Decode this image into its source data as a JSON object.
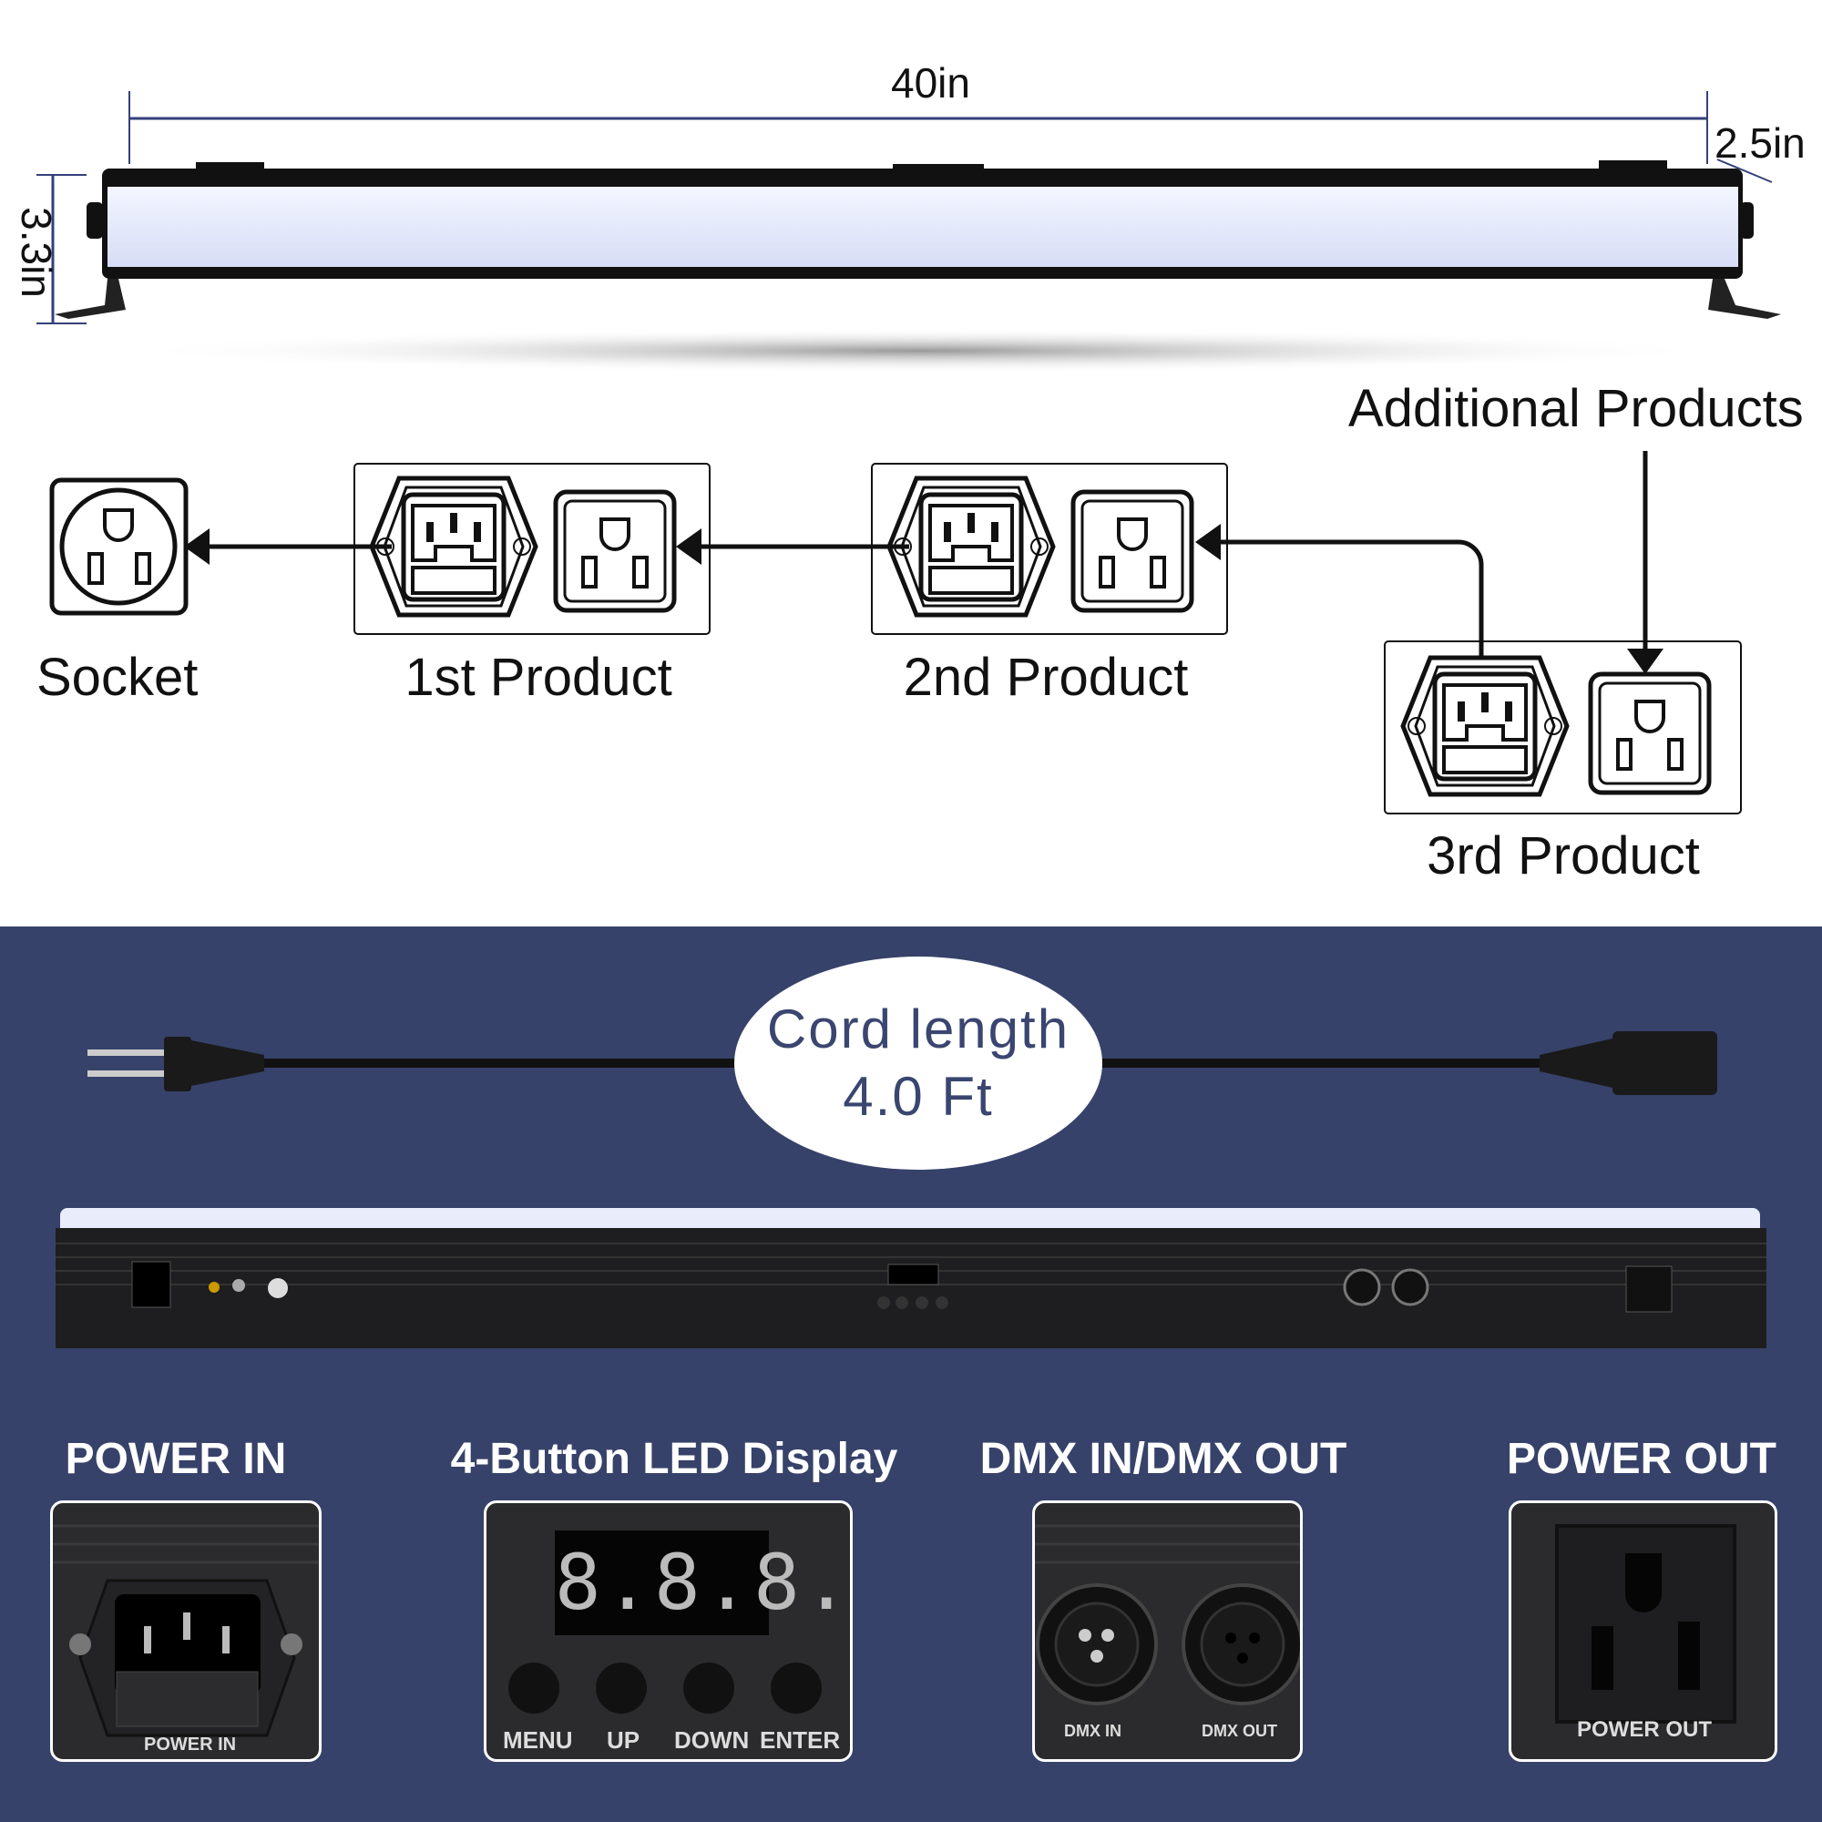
{
  "dimensions": {
    "length": "40in",
    "depth": "2.5in",
    "height": "3.3in"
  },
  "diagram": {
    "additional_label": "Additional Products",
    "nodes": [
      {
        "label": "Socket"
      },
      {
        "label": "1st Product"
      },
      {
        "label": "2nd Product"
      },
      {
        "label": "3rd Product"
      }
    ]
  },
  "cord": {
    "line1": "Cord length",
    "line2": "4.0 Ft"
  },
  "features": [
    {
      "title": "POWER IN",
      "labels": [
        "POWER IN"
      ]
    },
    {
      "title": "4-Button LED Display",
      "labels": [
        "MENU",
        "UP",
        "DOWN",
        "ENTER"
      ],
      "display": "8.8.8.8"
    },
    {
      "title": "DMX IN/DMX OUT",
      "labels": [
        "DMX IN",
        "DMX OUT"
      ]
    },
    {
      "title": "POWER OUT",
      "labels": [
        "POWER OUT"
      ]
    }
  ],
  "colors": {
    "navy": "#37426a",
    "bar_light": "#e8ecfa",
    "housing": "#1c1c1e"
  }
}
